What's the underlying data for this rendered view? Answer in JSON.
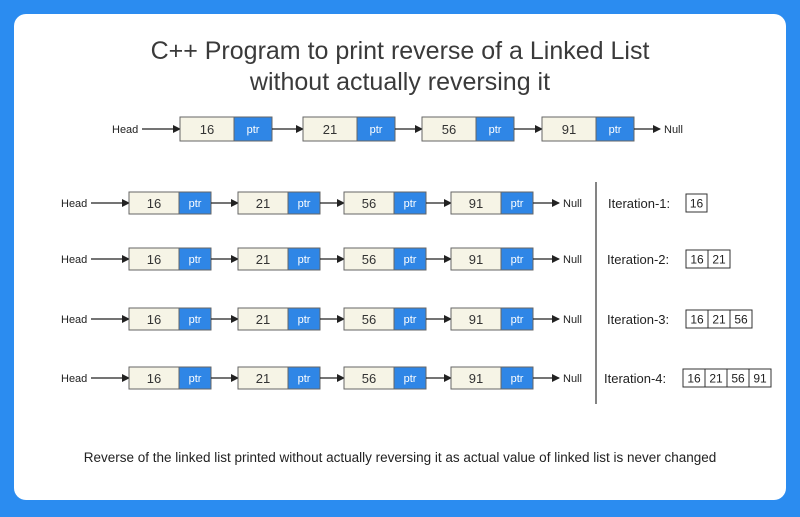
{
  "title_line1": "C++ Program to print reverse of a Linked List",
  "title_line2": "without actually reversing it",
  "head_label": "Head",
  "null_label": "Null",
  "ptr_label": "ptr",
  "node_values": [
    "16",
    "21",
    "56",
    "91"
  ],
  "iterations": [
    {
      "label": "Iteration-1:",
      "printed": [
        "16"
      ]
    },
    {
      "label": "Iteration-2:",
      "printed": [
        "16",
        "21"
      ]
    },
    {
      "label": "Iteration-3:",
      "printed": [
        "16",
        "21",
        "56"
      ]
    },
    {
      "label": "Iteration-4:",
      "printed": [
        "16",
        "21",
        "56",
        "91"
      ]
    }
  ],
  "caption": "Reverse of the linked list printed without actually reversing it as actual value of linked list is never changed",
  "colors": {
    "frame": "#2b8cf0",
    "node_fill": "#f6f4e6",
    "ptr_fill": "#2f86e6",
    "line": "#222222"
  }
}
